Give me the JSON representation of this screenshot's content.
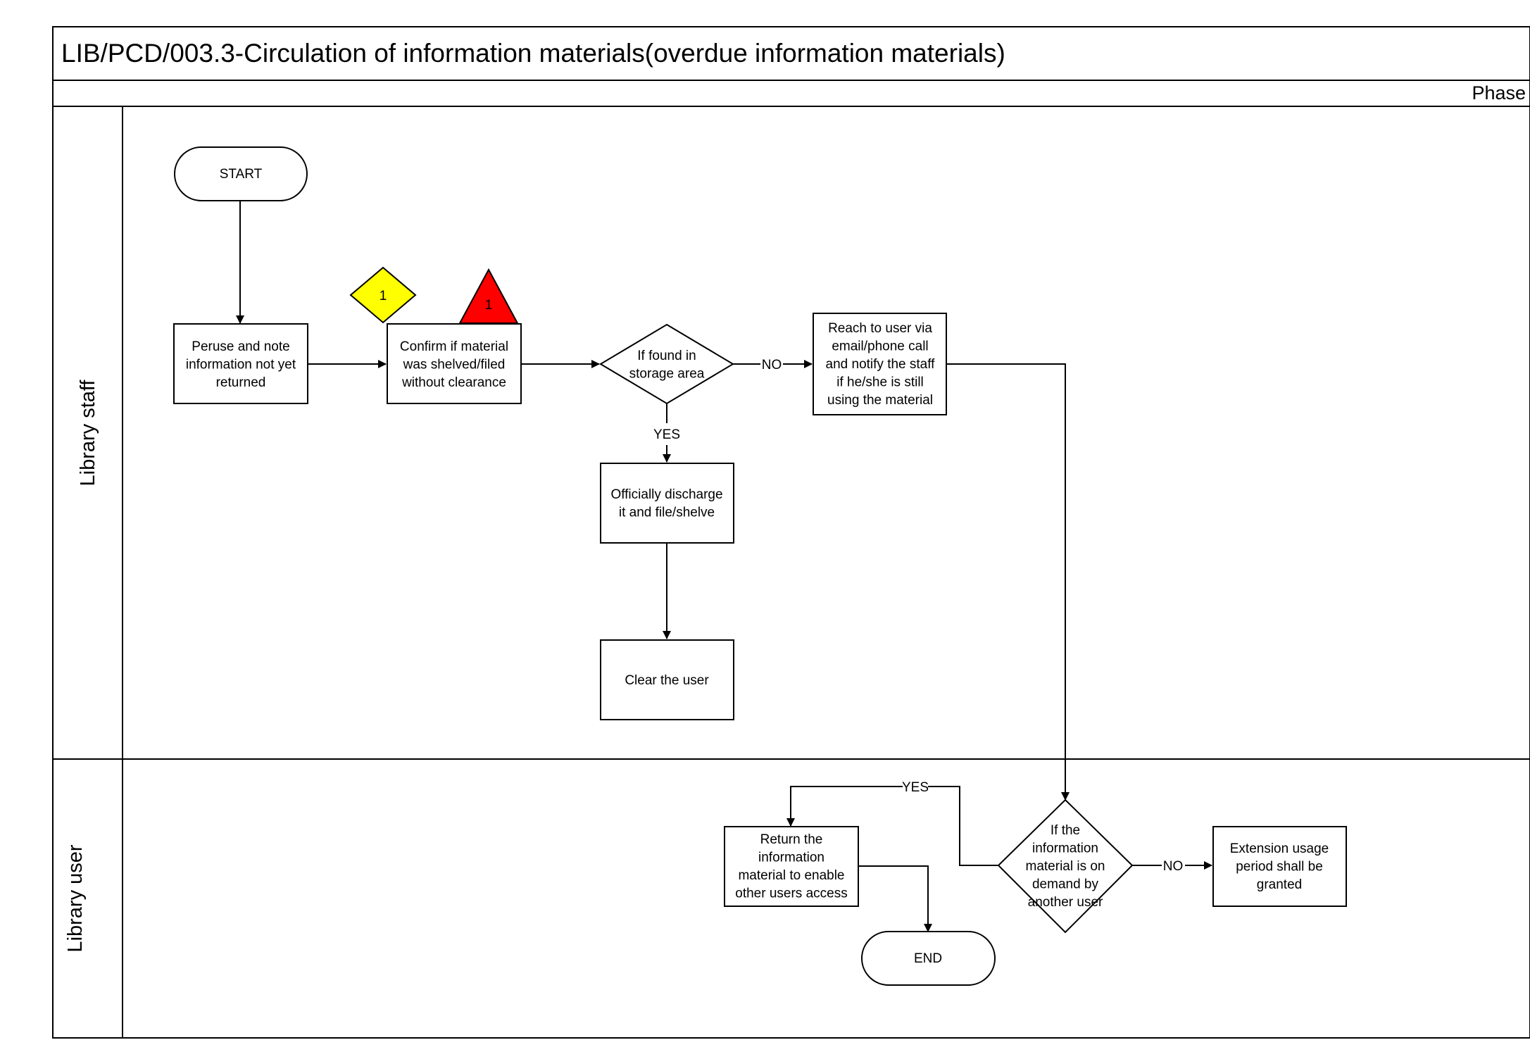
{
  "title": "LIB/PCD/003.3-Circulation of information materials(overdue information materials)",
  "phase_label": "Phase",
  "lanes": {
    "staff": "Library staff",
    "user": "Library user"
  },
  "colors": {
    "marker_diamond": "#ffff00",
    "marker_triangle": "#ff0000",
    "line": "#000000"
  },
  "markers": {
    "diamond_label": "1",
    "triangle_label": "1"
  },
  "nodes": {
    "start": "START",
    "peruse": [
      "Peruse and note",
      "information not yet",
      "returned"
    ],
    "confirm": [
      "Confirm if material",
      "was shelved/filed",
      "without clearance"
    ],
    "found": [
      "If found in",
      "storage area"
    ],
    "reach": [
      "Reach to user via",
      "email/phone call",
      "and notify the staff",
      "if he/she is still",
      "using the material"
    ],
    "discharge": [
      "Officially discharge",
      "it and file/shelve"
    ],
    "clear": "Clear the user",
    "return": [
      "Return the",
      "information",
      "material to enable",
      "other users access"
    ],
    "demand": [
      "If the",
      "information",
      "material is on",
      "demand by",
      "another user"
    ],
    "extension": [
      "Extension usage",
      "period shall be",
      "granted"
    ],
    "end": "END"
  },
  "edge_labels": {
    "found_no": "NO",
    "found_yes": "YES",
    "demand_yes": "YES",
    "demand_no": "NO"
  }
}
